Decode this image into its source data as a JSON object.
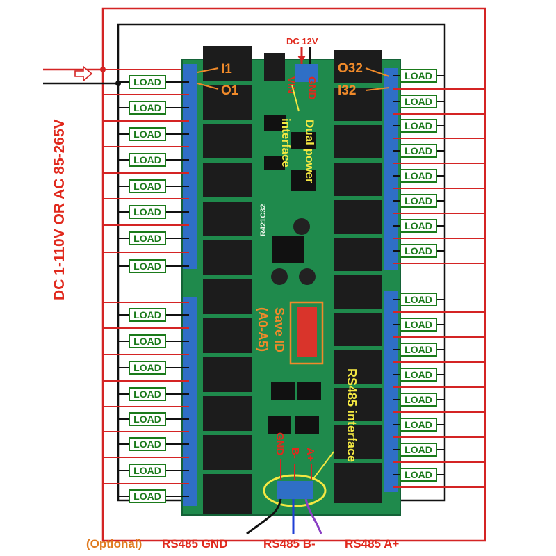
{
  "power": {
    "dc12_label": "DC 12V",
    "vin_label": "VIN",
    "gnd_label": "GND",
    "main_supply_label": "DC 1-110V OR AC 85-265V"
  },
  "annotations": {
    "dual_power": "Dual power",
    "interface": "interface",
    "save_id": "Save ID",
    "address_range": "(A0-A5)",
    "rs485_interface": "RS485 interface",
    "pin_gnd": "GND",
    "pin_b": "B-",
    "pin_a": "A+",
    "board_code": "R421C32"
  },
  "channels": {
    "input_first": "I1",
    "output_first": "O1",
    "output_last": "O32",
    "input_last": "I32"
  },
  "load_label": "LOAD",
  "bottom_labels": {
    "optional": "(Optional)",
    "rs485_gnd": "RS485 GND",
    "rs485_b": "RS485 B-",
    "rs485_a": "RS485 A+"
  },
  "colors": {
    "wire_red": "#d42424",
    "wire_black": "#111111",
    "pcb_green": "#1f8a4c",
    "relay_black": "#1c1c1c",
    "terminal_blue": "#2f6fc6",
    "load_green": "#1a7a1a",
    "annotation_yellow": "#f4e842",
    "annotation_orange": "#f08a2a",
    "wire_blue": "#1f3fd6",
    "wire_purple": "#8a3fc4"
  }
}
